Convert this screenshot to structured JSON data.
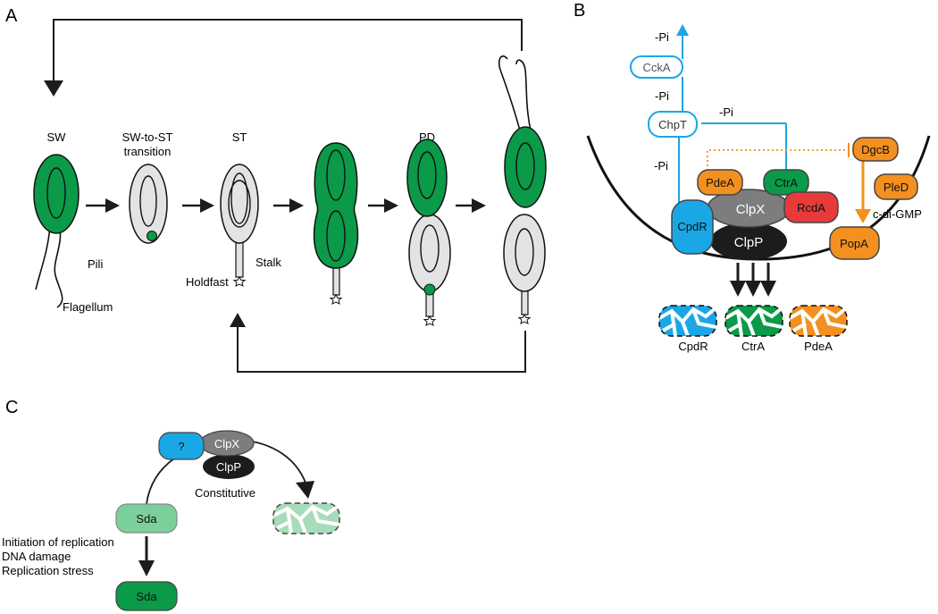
{
  "panels": {
    "a": "A",
    "b": "B",
    "c": "C"
  },
  "panel_a": {
    "stages": {
      "sw": "SW",
      "transition_1": "SW-to-ST",
      "transition_2": "transition",
      "st": "ST",
      "pd": "PD"
    },
    "parts": {
      "pili": "Pili",
      "flagellum": "Flagellum",
      "holdfast": "Holdfast",
      "stalk": "Stalk"
    }
  },
  "panel_b": {
    "phospho": {
      "p1": "-Pi",
      "p2": "-Pi",
      "p3": "-Pi",
      "p4": "-Pi"
    },
    "proteins": {
      "ccka": "CckA",
      "chpt": "ChpT",
      "dgcb": "DgcB",
      "pled": "PleD",
      "pdea": "PdeA",
      "ctra": "CtrA",
      "rcda": "RcdA",
      "clpx": "ClpX",
      "cpdr": "CpdR",
      "clpp": "ClpP",
      "popa": "PopA"
    },
    "cdigmp": "c-di-GMP",
    "products": {
      "cpdr": "CpdR",
      "ctra": "CtrA",
      "pdea": "PdeA"
    }
  },
  "panel_c": {
    "adaptor": "?",
    "clpx": "ClpX",
    "clpp": "ClpP",
    "constitutive": "Constitutive",
    "sda_top": "Sda",
    "sda_bottom": "Sda",
    "signals": [
      "Initiation of replication",
      "DNA damage",
      "Replication stress"
    ]
  },
  "colors": {
    "green": "#0a9a48",
    "gray": "#e3e3e3",
    "blue": "#1aa7e6",
    "orange": "#f3901f",
    "red": "#e83a3a",
    "clpx_gray": "#7d7d7d",
    "black": "#1c1c1c",
    "light_green": "#7bcf9b",
    "deg_green": "#a7dcbb"
  }
}
